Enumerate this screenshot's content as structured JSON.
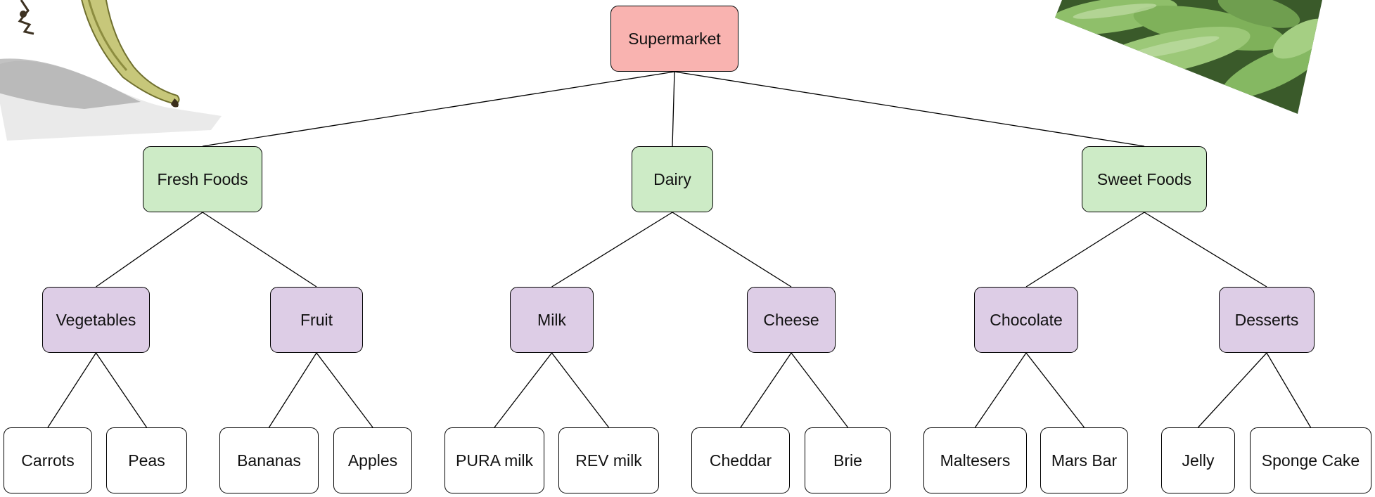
{
  "diagram": {
    "root": {
      "label": "Supermarket",
      "color": "#f9b3b0"
    },
    "categories": [
      {
        "label": "Fresh Foods",
        "groups": [
          {
            "label": "Vegetables",
            "items": [
              "Carrots",
              "Peas"
            ]
          },
          {
            "label": "Fruit",
            "items": [
              "Bananas",
              "Apples"
            ]
          }
        ]
      },
      {
        "label": "Dairy",
        "groups": [
          {
            "label": "Milk",
            "items": [
              "PURA milk",
              "REV milk"
            ]
          },
          {
            "label": "Cheese",
            "items": [
              "Cheddar",
              "Brie"
            ]
          }
        ]
      },
      {
        "label": "Sweet Foods",
        "groups": [
          {
            "label": "Chocolate",
            "items": [
              "Maltesers",
              "Mars Bar"
            ]
          },
          {
            "label": "Desserts",
            "items": [
              "Jelly",
              "Sponge Cake"
            ]
          }
        ]
      }
    ],
    "colors": {
      "category": "#cdebc6",
      "group": "#ddcde6",
      "item": "#ffffff",
      "line": "#000000"
    },
    "images": [
      "banana-photo",
      "peas-photo"
    ]
  }
}
